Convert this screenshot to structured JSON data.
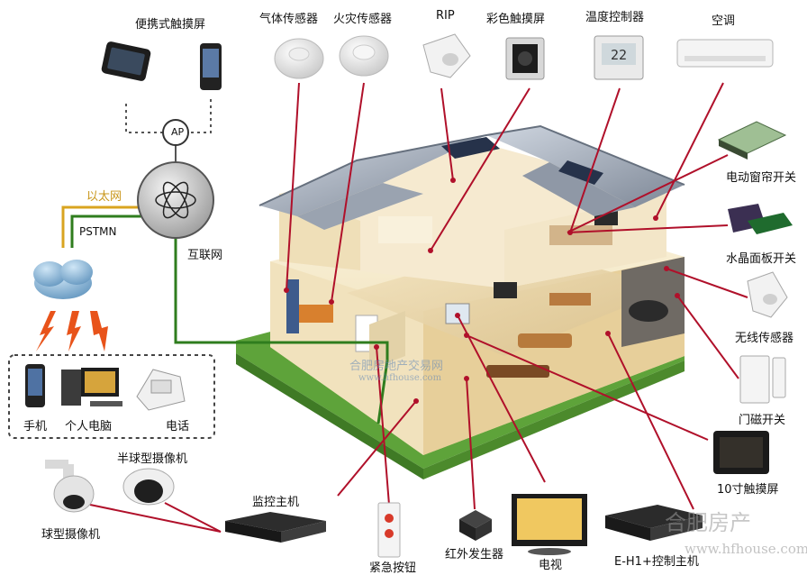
{
  "devices": {
    "portable_touch": "便携式触摸屏",
    "gas_sensor": "气体传感器",
    "fire_sensor": "火灾传感器",
    "rip": "RIP",
    "color_touch": "彩色触摸屏",
    "thermostat": "温度控制器",
    "thermostat_display": "22",
    "air_conditioner": "空调",
    "curtain_switch": "电动窗帘开关",
    "crystal_panel": "水晶面板开关",
    "wireless_sensor": "无线传感器",
    "door_sensor": "门磁开关",
    "touch_10": "10寸触摸屏",
    "control_host": "E-H1+控制主机",
    "tv": "电视",
    "ir_emitter": "红外发生器",
    "emergency_button": "紧急按钮",
    "monitor_host": "监控主机",
    "dome_camera": "半球型摄像机",
    "ball_camera": "球型摄像机",
    "phone": "电话",
    "pc": "个人电脑",
    "mobile": "手机"
  },
  "network": {
    "ap": "AP",
    "ethernet": "以太网",
    "pstmn": "PSTMN",
    "internet": "互联网"
  },
  "watermark": {
    "center_cn": "合肥房地产交易网",
    "center_url": "www.hfhouse.com",
    "corner_cn": "合肥房产",
    "corner_url": "www.hfhouse.com"
  },
  "colors": {
    "red_line": "#b0102a",
    "green_line": "#2f7d1e",
    "yellow_line": "#d9a420",
    "lightning": "#e8531a",
    "ethernet_text": "#c8961a"
  }
}
